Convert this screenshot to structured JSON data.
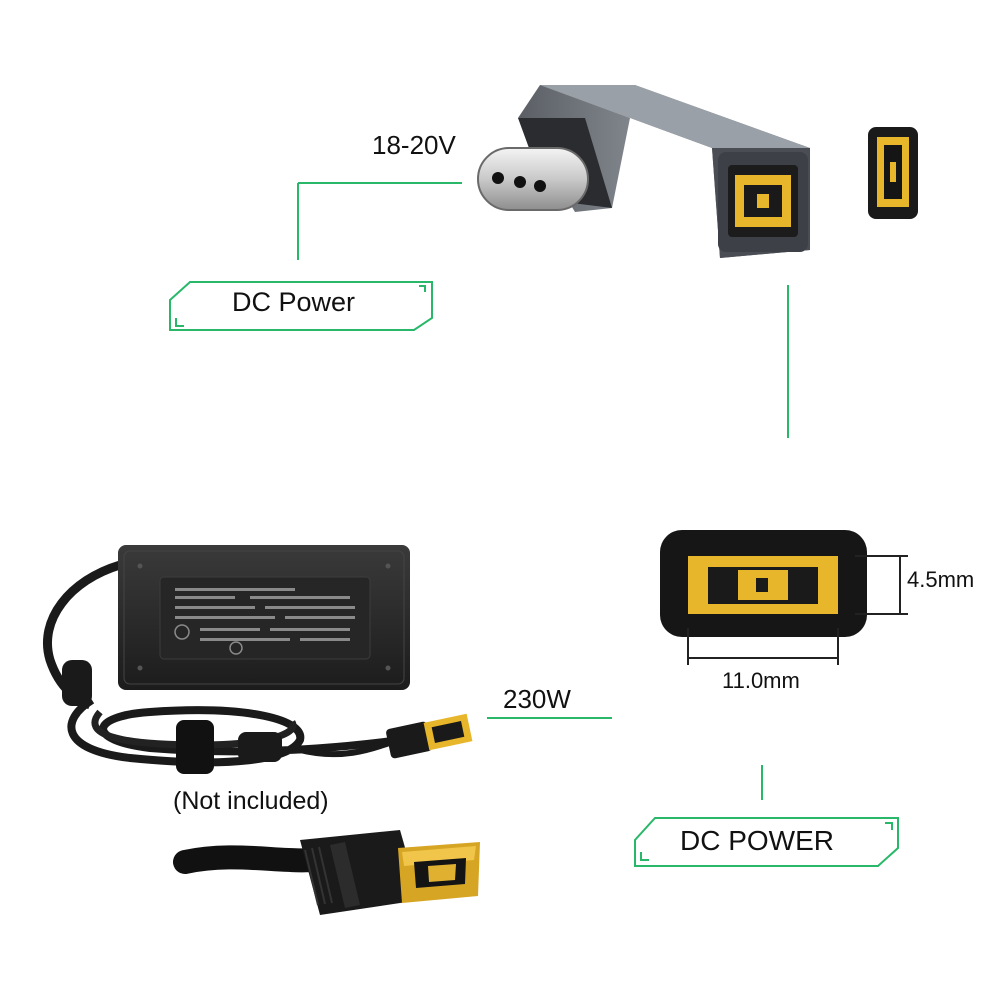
{
  "labels": {
    "voltage": "18-20V",
    "dc_power_left": "DC Power",
    "wattage": "230W",
    "not_included": "(Not included)",
    "dc_power_right": "DC POWER",
    "height_dim": "4.5mm",
    "width_dim": "11.0mm"
  },
  "colors": {
    "accent_green": "#29b86a",
    "plug_yellow": "#e8b62a",
    "adapter_body": "#2b2b2b",
    "aluminium": "#6f747b"
  },
  "icons": {
    "usb_c_adapter": "angled-usb-c-to-square-dc-adapter",
    "square_dc_tip": "square-dc-tip-icon",
    "power_brick": "laptop-power-adapter",
    "connector_end": "square-dc-plug"
  }
}
